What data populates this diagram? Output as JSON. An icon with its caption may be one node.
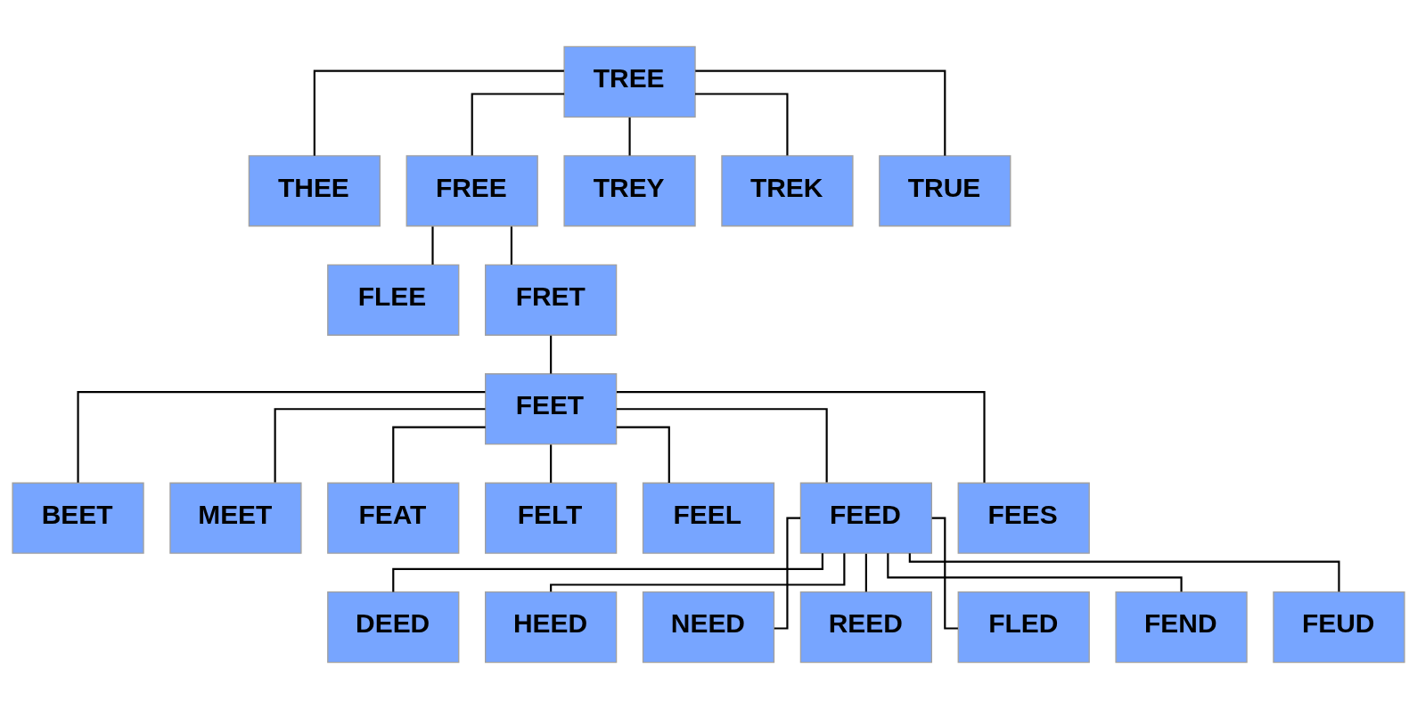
{
  "diagram": {
    "nodes": [
      {
        "text": [
          "TREE"
        ]
      },
      {
        "text": [
          "THEE"
        ]
      },
      {
        "text": [
          "FREE"
        ]
      },
      {
        "text": [
          "TREY"
        ]
      },
      {
        "text": [
          "TREK"
        ]
      },
      {
        "text": [
          "TRUE"
        ]
      },
      {
        "text": [
          "FLEE"
        ]
      },
      {
        "text": [
          "FRET"
        ]
      },
      {
        "text": [
          "FEET"
        ]
      },
      {
        "text": [
          "BEET"
        ]
      },
      {
        "text": [
          "MEET"
        ]
      },
      {
        "text": [
          "FEAT"
        ]
      },
      {
        "text": [
          "FELT"
        ]
      },
      {
        "text": [
          "FEEL"
        ]
      },
      {
        "text": [
          "FEED"
        ]
      },
      {
        "text": [
          "FEES"
        ]
      },
      {
        "text": [
          "DEED"
        ]
      },
      {
        "text": [
          "HEED"
        ]
      },
      {
        "text": [
          "NEED"
        ]
      },
      {
        "text": [
          "REED"
        ]
      },
      {
        "text": [
          "FLED"
        ]
      },
      {
        "text": [
          "FEND"
        ]
      },
      {
        "text": [
          "FEUD"
        ]
      }
    ],
    "edges": [
      {
        "from": 0,
        "to": 1,
        "arrow": "none"
      },
      {
        "from": 0,
        "to": 2,
        "arrow": "none"
      },
      {
        "from": 0,
        "to": 3,
        "arrow": "none"
      },
      {
        "from": 0,
        "to": 4,
        "arrow": "none"
      },
      {
        "from": 0,
        "to": 5,
        "arrow": "none"
      },
      {
        "from": 2,
        "to": 6,
        "arrow": "none"
      },
      {
        "from": 2,
        "to": 7,
        "arrow": "none"
      },
      {
        "from": 7,
        "to": 8,
        "arrow": "none"
      },
      {
        "from": 8,
        "to": 9,
        "arrow": "none"
      },
      {
        "from": 8,
        "to": 10,
        "arrow": "none"
      },
      {
        "from": 8,
        "to": 11,
        "arrow": "none"
      },
      {
        "from": 8,
        "to": 12,
        "arrow": "none"
      },
      {
        "from": 8,
        "to": 13,
        "arrow": "none"
      },
      {
        "from": 8,
        "to": 14,
        "arrow": "none"
      },
      {
        "from": 8,
        "to": 15,
        "arrow": "none"
      },
      {
        "from": 14,
        "to": 16,
        "arrow": "none"
      },
      {
        "from": 14,
        "to": 17,
        "arrow": "none"
      },
      {
        "from": 14,
        "to": 18,
        "arrow": "none"
      },
      {
        "from": 14,
        "to": 19,
        "arrow": "none"
      },
      {
        "from": 14,
        "to": 20,
        "arrow": "none"
      },
      {
        "from": 14,
        "to": 21,
        "arrow": "none"
      },
      {
        "from": 14,
        "to": 22,
        "arrow": "none"
      }
    ]
  }
}
